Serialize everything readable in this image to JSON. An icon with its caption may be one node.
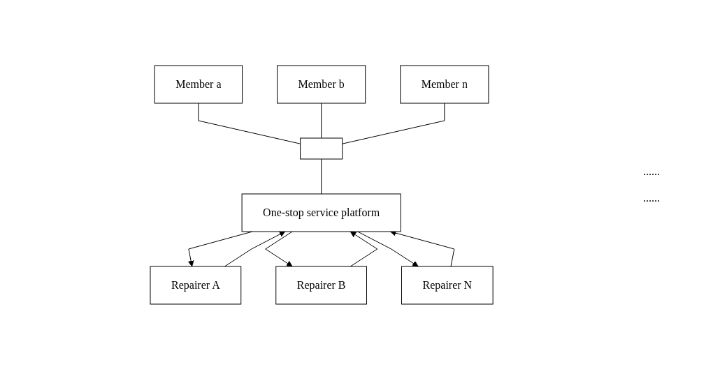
{
  "diagram": {
    "nodes": [
      {
        "text": [
          "Member a"
        ]
      },
      {
        "text": [
          "Member b"
        ]
      },
      {
        "text": [
          "Member n"
        ]
      },
      {
        "text": [],
        "shape": "box"
      },
      {
        "text": [
          "One-stop service platform"
        ]
      },
      {
        "text": [
          "Repairer A"
        ]
      },
      {
        "text": [
          "Repairer B"
        ]
      },
      {
        "text": [
          "Repairer N"
        ]
      }
    ],
    "edges": [
      {
        "from": 0,
        "to": 3,
        "arrow": "none"
      },
      {
        "from": 1,
        "to": 3,
        "arrow": "none"
      },
      {
        "from": 2,
        "to": 3,
        "arrow": "none"
      },
      {
        "from": 3,
        "to": 4,
        "arrow": "none"
      },
      {
        "from": 4,
        "to": 5,
        "arrow": "to"
      },
      {
        "from": 5,
        "to": 4,
        "arrow": "to"
      },
      {
        "from": 4,
        "to": 6,
        "arrow": "to"
      },
      {
        "from": 6,
        "to": 4,
        "arrow": "to"
      },
      {
        "from": 4,
        "to": 7,
        "arrow": "to"
      },
      {
        "from": 7,
        "to": 4,
        "arrow": "to"
      }
    ],
    "labels": [
      "......",
      "......"
    ]
  }
}
